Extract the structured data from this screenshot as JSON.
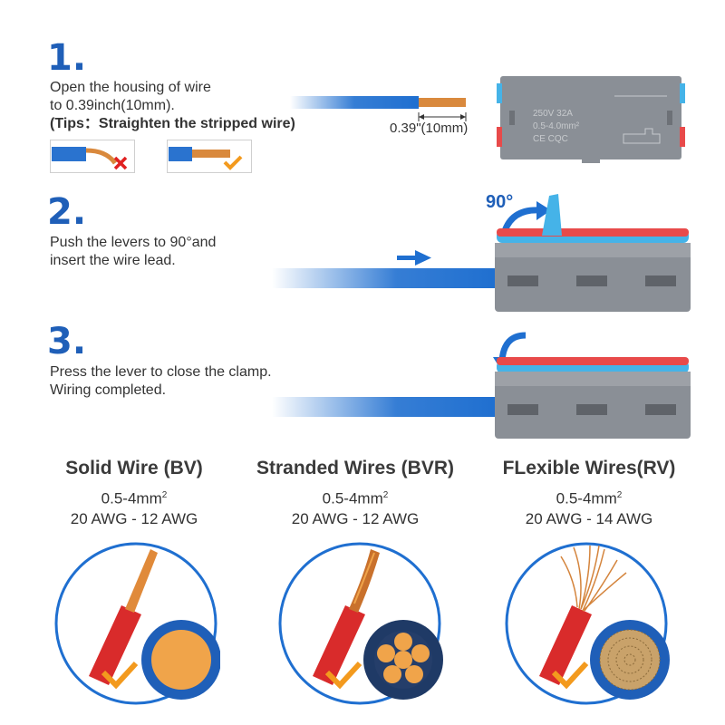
{
  "steps": [
    {
      "number": "1.",
      "lines": [
        "Open the housing of wire",
        "to 0.39inch(10mm)."
      ],
      "tips": "(Tips：Straighten the stripped wire)",
      "measure": "0.39\"(10mm)",
      "connector_marking": [
        "250V 32A",
        "0.5-4.0mm²",
        "CE  CQC"
      ]
    },
    {
      "number": "2.",
      "lines": [
        "Push the levers to 90°and",
        "insert the wire lead."
      ],
      "angle": "90°"
    },
    {
      "number": "3.",
      "lines": [
        "Press the lever to close the clamp.",
        "Wiring completed."
      ]
    }
  ],
  "wire_types": [
    {
      "title": "Solid Wire (BV)",
      "range": "0.5-4mm",
      "range_sup": "2",
      "awg": "20 AWG - 12 AWG"
    },
    {
      "title": "Stranded Wires (BVR)",
      "range": "0.5-4mm",
      "range_sup": "2",
      "awg": "20 AWG - 12 AWG"
    },
    {
      "title": "FLexible Wires(RV)",
      "range": "0.5-4mm",
      "range_sup": "2",
      "awg": "20 AWG - 14 AWG"
    }
  ],
  "colors": {
    "accent": "#1f5fb8",
    "wire_blue": "#1f6fd0",
    "connector_grey": "#8a8f96",
    "lever_red": "#e84a4a",
    "lever_blue": "#45b3e8",
    "check_orange": "#f39a1e",
    "cross_red": "#e02020"
  }
}
